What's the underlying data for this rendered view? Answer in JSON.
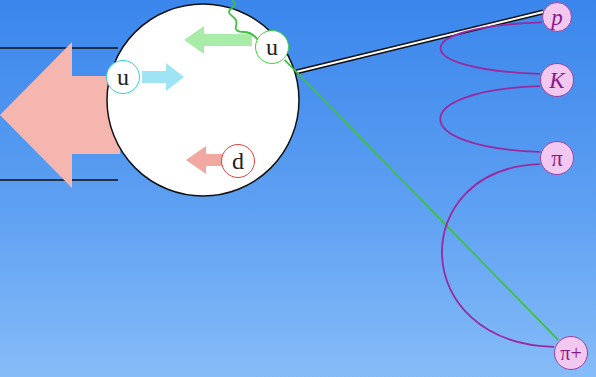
{
  "diagram": {
    "nodes": [
      {
        "text": [
          "u"
        ]
      },
      {
        "text": [
          "u"
        ]
      },
      {
        "text": [
          "d"
        ]
      },
      {
        "text": [
          "p"
        ]
      },
      {
        "text": [
          "K"
        ]
      },
      {
        "text": [
          "π"
        ]
      },
      {
        "text": [
          "π+"
        ]
      }
    ],
    "edges": [
      {
        "from": 0,
        "to": 6,
        "arrow": "none"
      },
      {
        "from": 3,
        "to": 4,
        "arrow": "none"
      },
      {
        "from": 4,
        "to": 5,
        "arrow": "none"
      },
      {
        "from": 5,
        "to": 6,
        "arrow": "none"
      }
    ]
  }
}
